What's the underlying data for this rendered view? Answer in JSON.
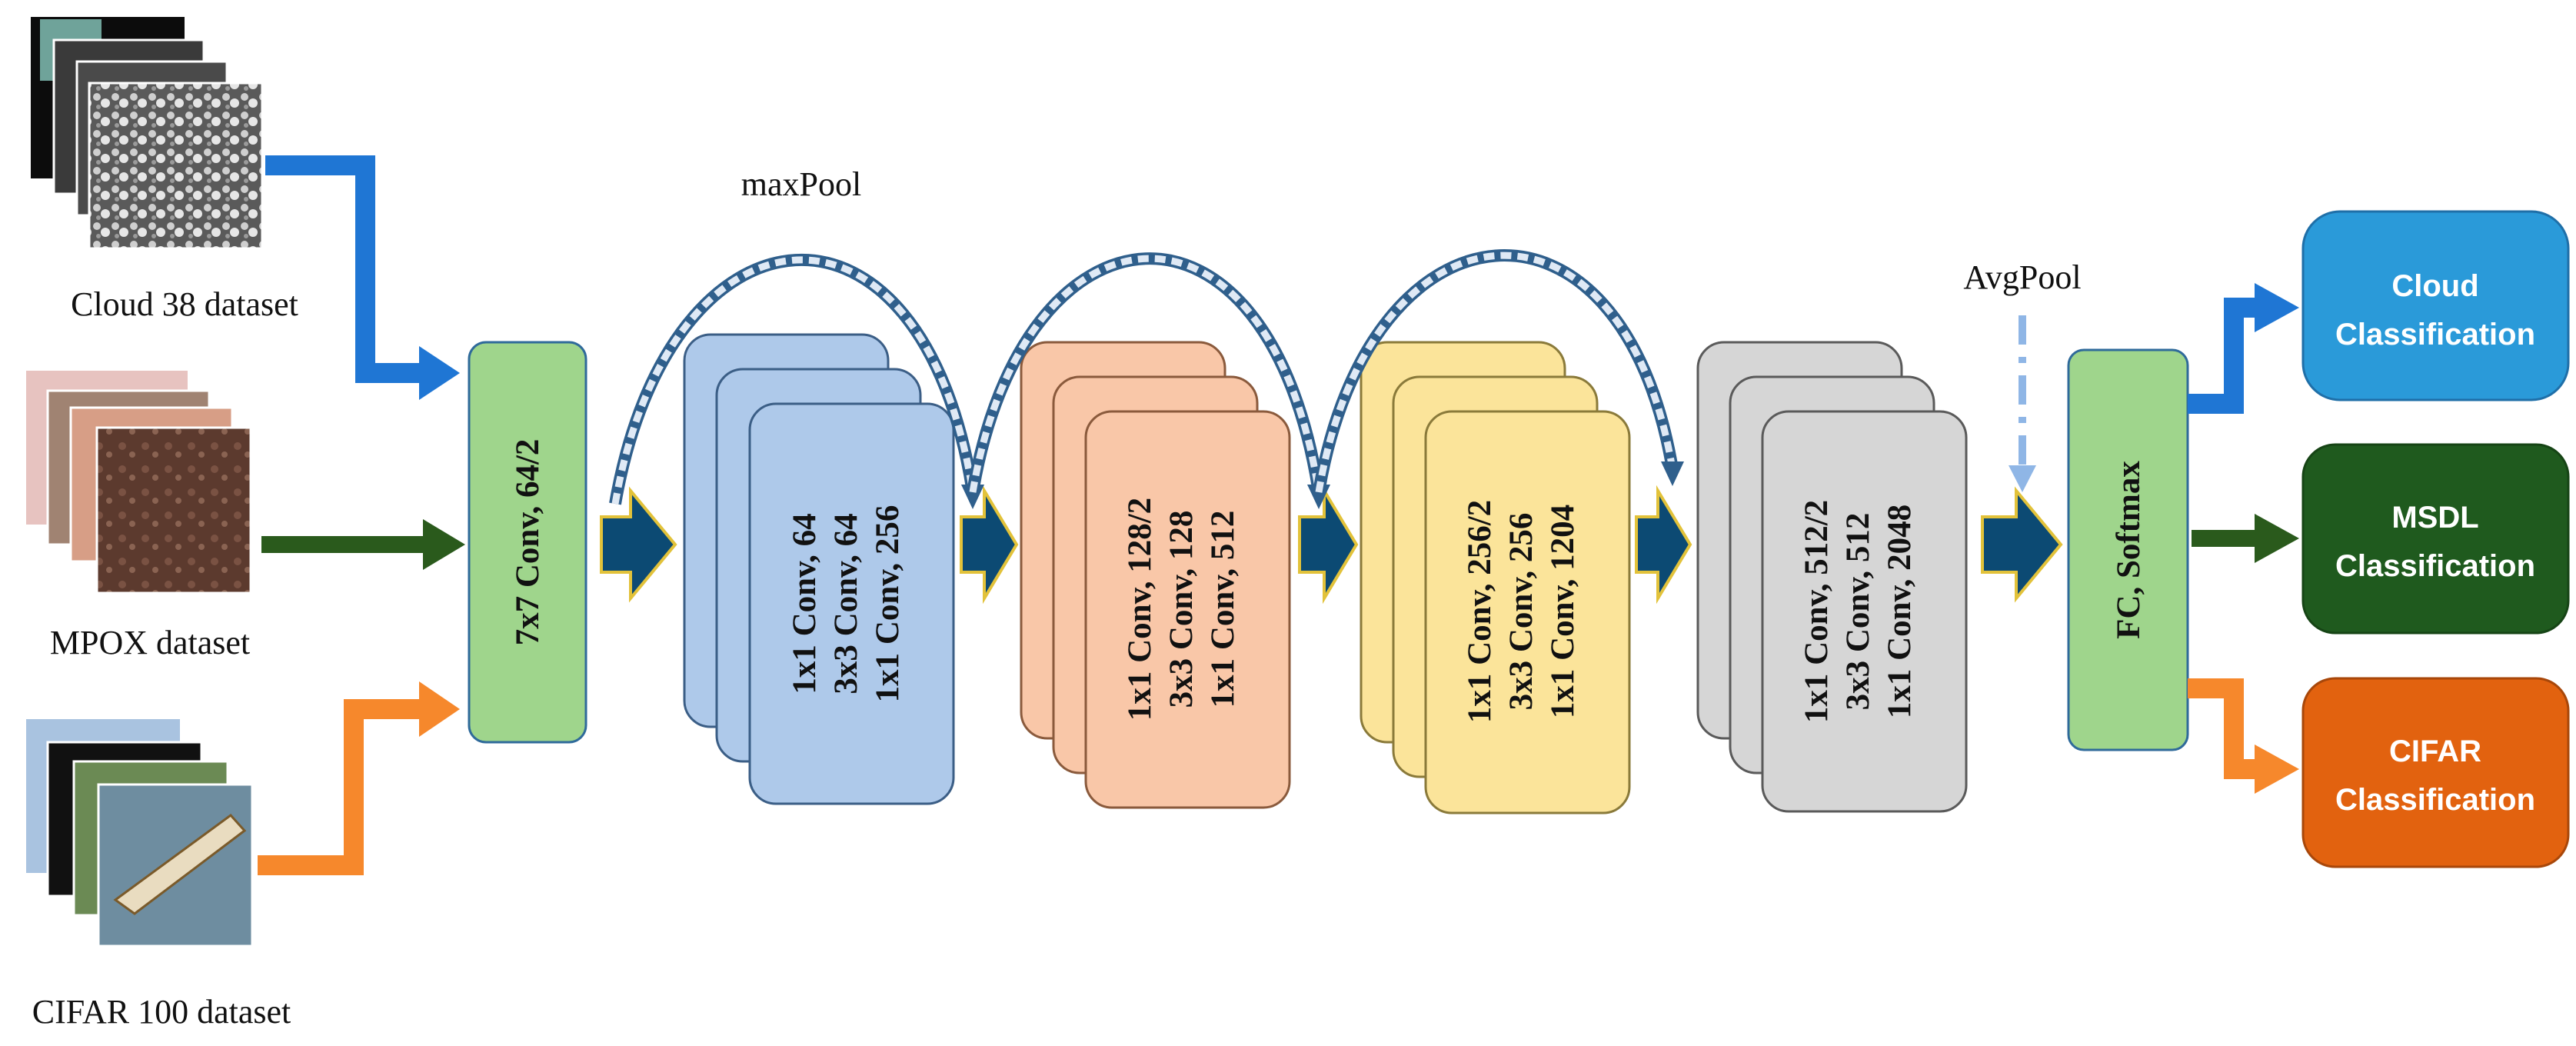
{
  "inputs": [
    {
      "label": "Cloud 38 dataset"
    },
    {
      "label": "MPOX dataset"
    },
    {
      "label": "CIFAR 100 dataset"
    }
  ],
  "pool_labels": {
    "max": "maxPool",
    "avg": "AvgPool"
  },
  "stem": {
    "label": "7x7 Conv, 64/2"
  },
  "stages": [
    {
      "lines": [
        "1x1 Conv, 64",
        "3x3 Conv, 64",
        "1x1 Conv, 256"
      ],
      "color": "#aec9ea"
    },
    {
      "lines": [
        "1x1 Conv, 128/2",
        "3x3 Conv, 128",
        "1x1 Conv, 512"
      ],
      "color": "#f9c7a8"
    },
    {
      "lines": [
        "1x1 Conv, 256/2",
        "3x3 Conv, 256",
        "1x1 Conv, 1204"
      ],
      "color": "#fbe49a"
    },
    {
      "lines": [
        "1x1 Conv, 512/2",
        "3x3 Conv, 512",
        "1x1 Conv, 2048"
      ],
      "color": "#d6d6d6"
    }
  ],
  "head": {
    "label": "FC, Softmax"
  },
  "outputs": [
    {
      "line1": "Cloud",
      "line2": "Classification",
      "color": "#2a9ad9"
    },
    {
      "line1": "MSDL",
      "line2": "Classification",
      "color": "#1f5a1e"
    },
    {
      "line1": "CIFAR",
      "line2": "Classification",
      "color": "#e2620f"
    }
  ],
  "colors": {
    "input_cloud": "#1f76d4",
    "input_mpox": "#2a5a1c",
    "input_cifar": "#f6882c",
    "flow_arrow": "#0c4a73",
    "flow_arrow_edge": "#e2c23a",
    "stem_head": "#9fd58c"
  }
}
